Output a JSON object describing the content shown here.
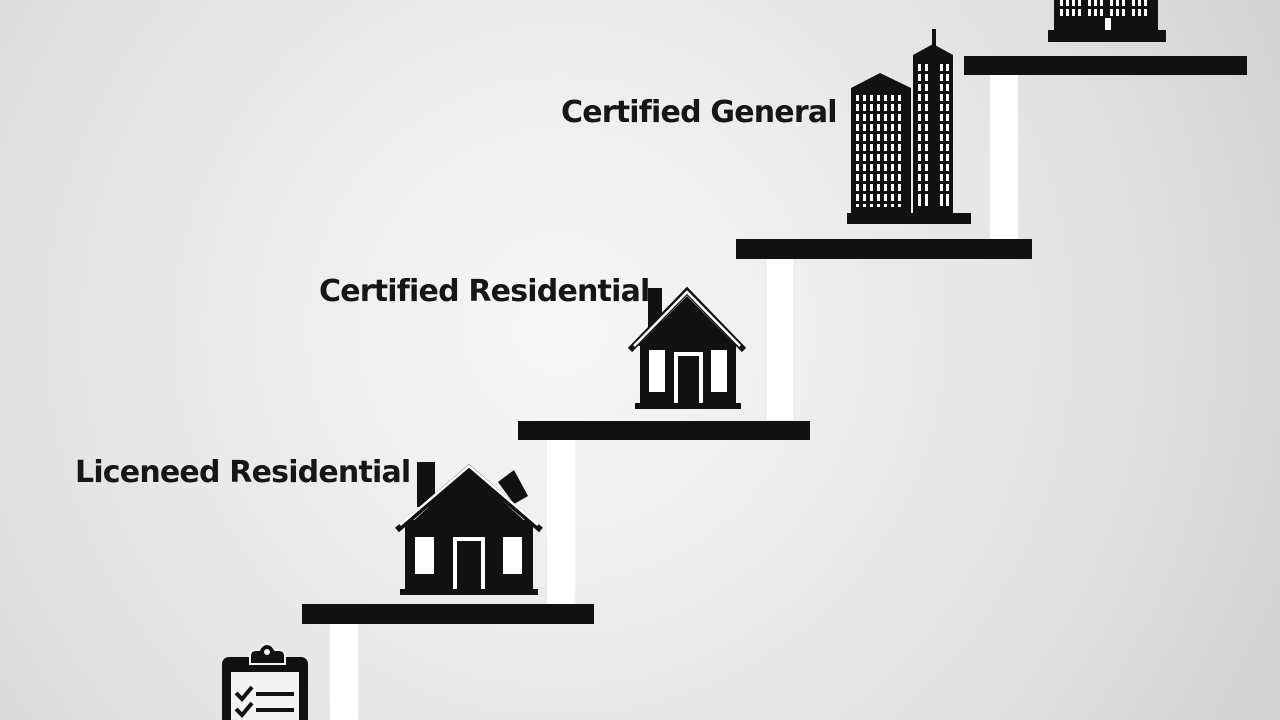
{
  "steps": [
    {
      "label": "Liceneed Residential",
      "icon": "house-icon"
    },
    {
      "label": "Certified Residential",
      "icon": "house-icon"
    },
    {
      "label": "Certified General",
      "icon": "skyscraper-icon"
    }
  ],
  "bottom_icon": "clipboard-checklist-icon",
  "top_icon": "office-building-icon",
  "colors": {
    "background_light": "#f7f7f7",
    "background_dark": "#d2d2d2",
    "ink": "#111111",
    "riser": "#ffffff"
  }
}
